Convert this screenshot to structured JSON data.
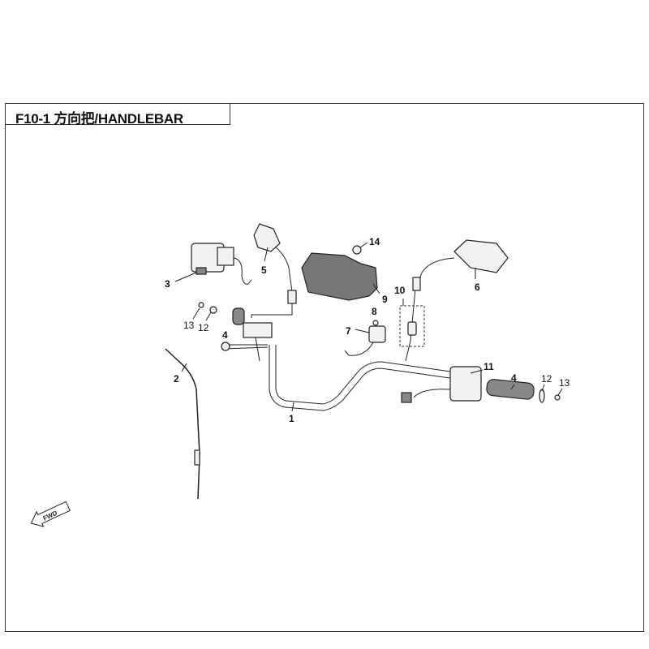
{
  "title": "F10-1 方向把/HANDLEBAR",
  "fwd_label": "FWD",
  "callouts": [
    "14",
    "5",
    "3",
    "9",
    "10",
    "8",
    "6",
    "13",
    "12",
    "4",
    "7",
    "11",
    "2",
    "4",
    "12",
    "13",
    "1"
  ]
}
